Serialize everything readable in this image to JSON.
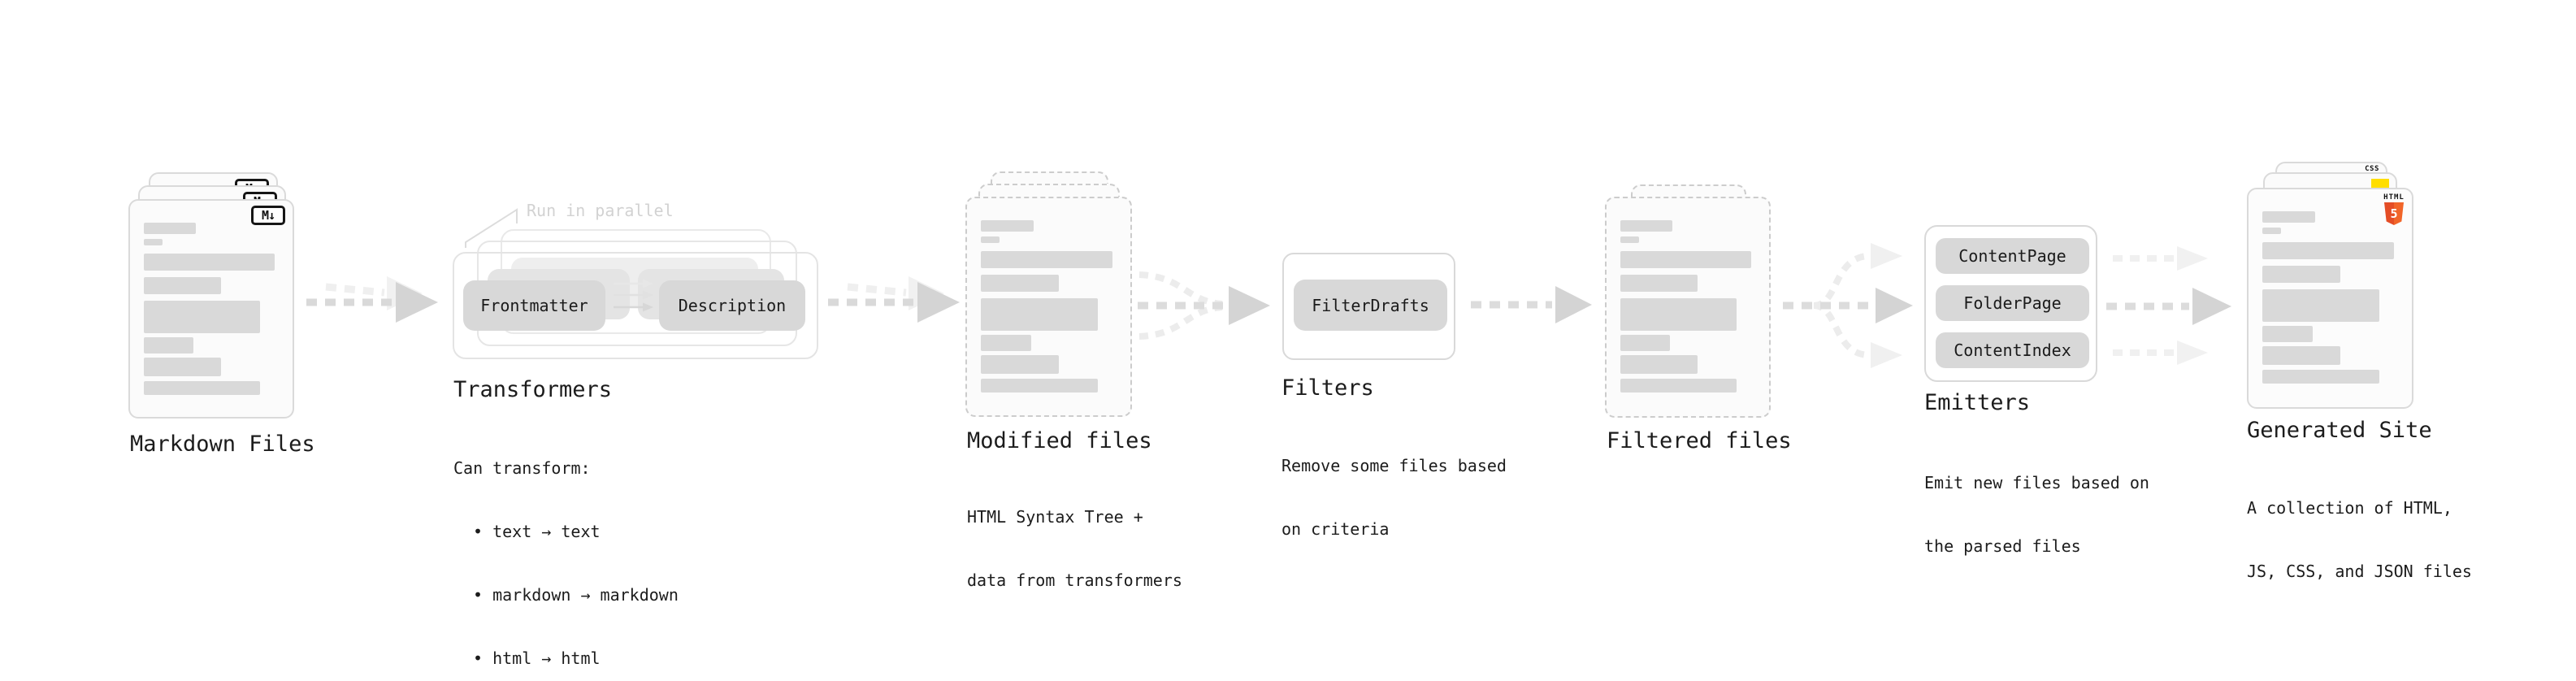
{
  "markdown": {
    "label": "Markdown Files",
    "icon": "M↓"
  },
  "transformers": {
    "annotation": "Run in parallel",
    "box_left": "Frontmatter",
    "box_right": "Description",
    "label": "Transformers",
    "desc_title": "Can transform:",
    "bullets": [
      "• text → text",
      "• markdown → markdown",
      "• html → html"
    ]
  },
  "modified": {
    "label": "Modified files",
    "desc": [
      "HTML Syntax Tree +",
      "data from transformers"
    ]
  },
  "filters": {
    "label": "Filters",
    "box": "FilterDrafts",
    "desc": [
      "Remove some files based",
      "on criteria"
    ]
  },
  "filtered": {
    "label": "Filtered files"
  },
  "emitters": {
    "label": "Emitters",
    "boxes": [
      "ContentPage",
      "FolderPage",
      "ContentIndex"
    ],
    "desc": [
      "Emit new files based on",
      "the parsed files"
    ]
  },
  "generated": {
    "label": "Generated Site",
    "desc": [
      "A collection of HTML,",
      "JS, CSS, and JSON files"
    ],
    "badge_css": "CSS",
    "badge_html_word": "HTML",
    "badge_html_num": "5"
  },
  "colors": {
    "background": "#ffffff",
    "text": "#1c1c1c",
    "muted_annotation": "#d2d2d2",
    "bar_gray": "#d9d9d9",
    "chip_gray": "#d8d8d8",
    "arrow_gray": "#d6d6d6",
    "arrow_light": "#efefef",
    "html5_orange": "#e44d26",
    "html5_orange_light": "#f16529",
    "js_yellow": "#ffde00",
    "css_blue": "#2f6bf0"
  },
  "file_card_bars": [
    {
      "w": 40,
      "h": 14,
      "mb": 6
    },
    {
      "w": 14,
      "h": 8,
      "mb": 10
    },
    {
      "w": 100,
      "h": 21,
      "mb": 8
    },
    {
      "w": 59,
      "h": 21,
      "mb": 8
    },
    {
      "w": 89,
      "h": 40,
      "mb": 5
    },
    {
      "w": 38,
      "h": 20,
      "mb": 5
    },
    {
      "w": 59,
      "h": 23,
      "mb": 6
    },
    {
      "w": 89,
      "h": 17,
      "mb": 0
    }
  ]
}
